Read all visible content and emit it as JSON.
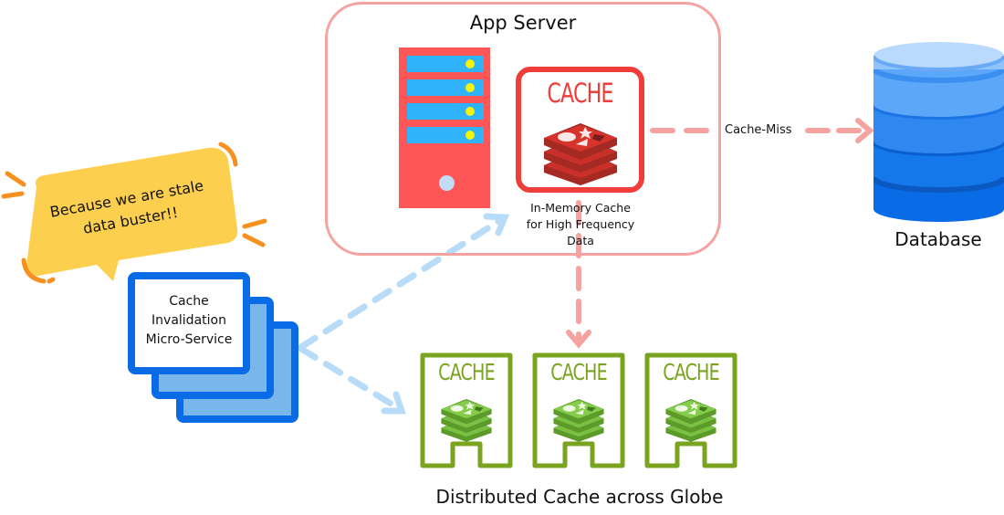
{
  "app_server": {
    "title": "App Server",
    "in_memory_cache": {
      "label": "CACHE",
      "caption_line1": "In-Memory Cache",
      "caption_line2": "for High Frequency Data"
    }
  },
  "database": {
    "label": "Database"
  },
  "edges": {
    "cache_miss": "Cache-Miss"
  },
  "distributed_cache": {
    "caption": "Distributed Cache across Globe",
    "nodes": [
      {
        "label": "CACHE"
      },
      {
        "label": "CACHE"
      },
      {
        "label": "CACHE"
      }
    ]
  },
  "invalidation_service": {
    "line1": "Cache",
    "line2": "Invalidation",
    "line3": "Micro-Service"
  },
  "speech_bubble": {
    "line1": "Because we are stale",
    "line2": "data buster!!"
  },
  "colors": {
    "app_server_border": "#f4a3a0",
    "server_red": "#fe5656",
    "cache_red": "#ef3e3a",
    "cache_green": "#7aa41f",
    "db_blue": "#0a6be6",
    "arrow_pink": "#f4a3a0",
    "arrow_lightblue": "#b8dcf8",
    "bubble_yellow": "#fdcf4f",
    "accent_orange": "#f7901e"
  }
}
